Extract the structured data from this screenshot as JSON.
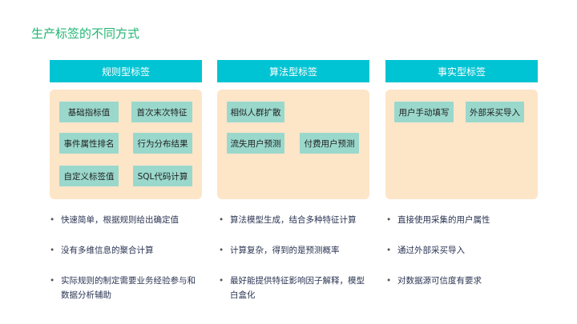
{
  "title": "生产标签的不同方式",
  "columns": [
    {
      "header": "规则型标签",
      "chips": [
        "基础指标值",
        "首次末次特征",
        "事件属性排名",
        "行为分布结果",
        "自定义标签值",
        "SQL代码计算"
      ],
      "bullets": [
        "快速简单，根据规则给出确定值",
        "没有多维信息的聚合计算",
        "实际规则的制定需要业务经验参与和数据分析辅助"
      ]
    },
    {
      "header": "算法型标签",
      "chips": [
        "相似人群扩散",
        "流失用户预测",
        "付费用户预测"
      ],
      "bullets": [
        "算法模型生成，结合多种特征计算",
        "计算复杂，得到的是预测概率",
        "最好能提供特征影响因子解释，模型白盒化"
      ]
    },
    {
      "header": "事实型标签",
      "chips": [
        "用户手动填写",
        "外部采买导入"
      ],
      "bullets": [
        "直接使用采集的用户属性",
        "通过外部采买导入",
        "对数据源可信度有要求"
      ]
    }
  ],
  "colors": {
    "title": "#22b573",
    "header": "#00c4d3",
    "panel": "#fde5c8",
    "chip": "#9ad8cc"
  }
}
